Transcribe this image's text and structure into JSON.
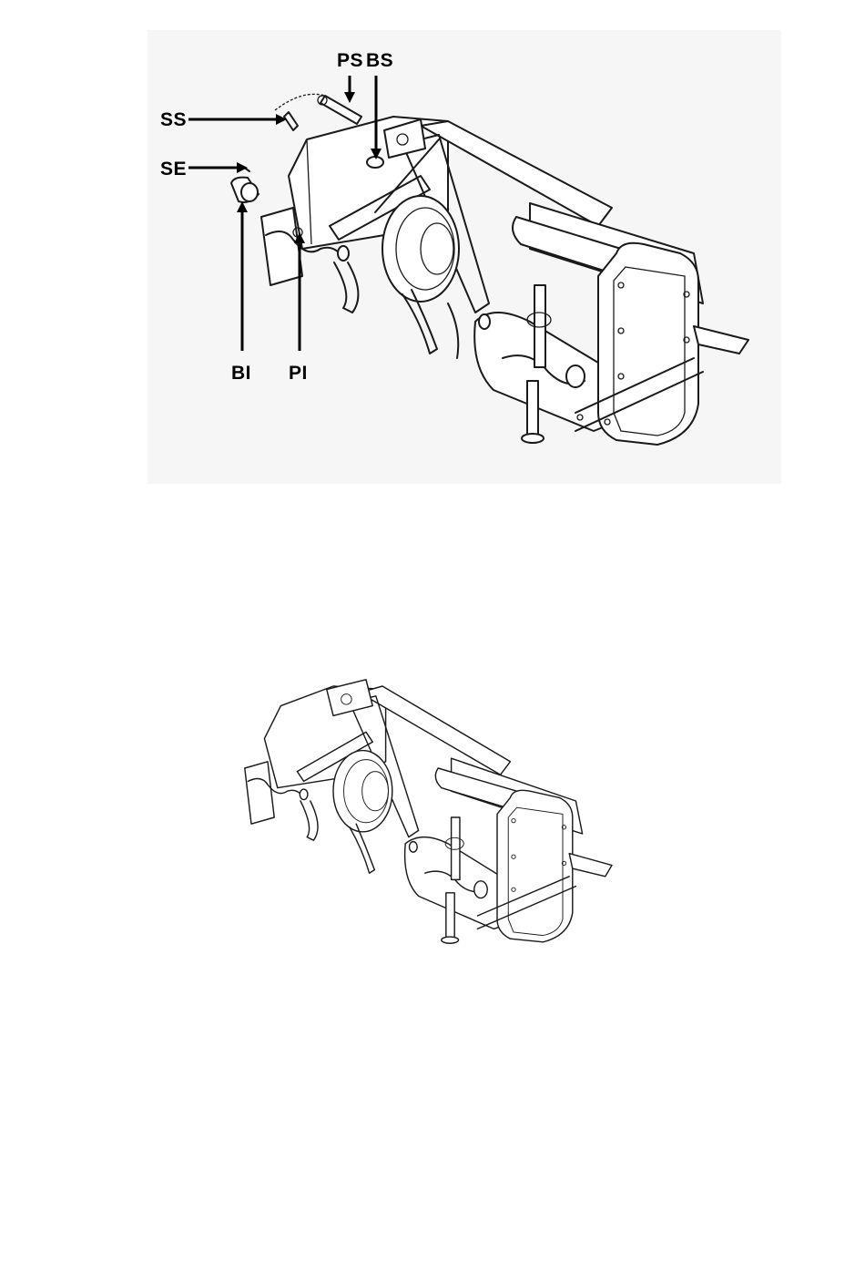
{
  "figure_top": {
    "labels": {
      "ps": "PS",
      "bs": "BS",
      "ss": "SS",
      "se": "SE",
      "bi": "BI",
      "pi": "PI"
    }
  },
  "figure_bottom": {}
}
